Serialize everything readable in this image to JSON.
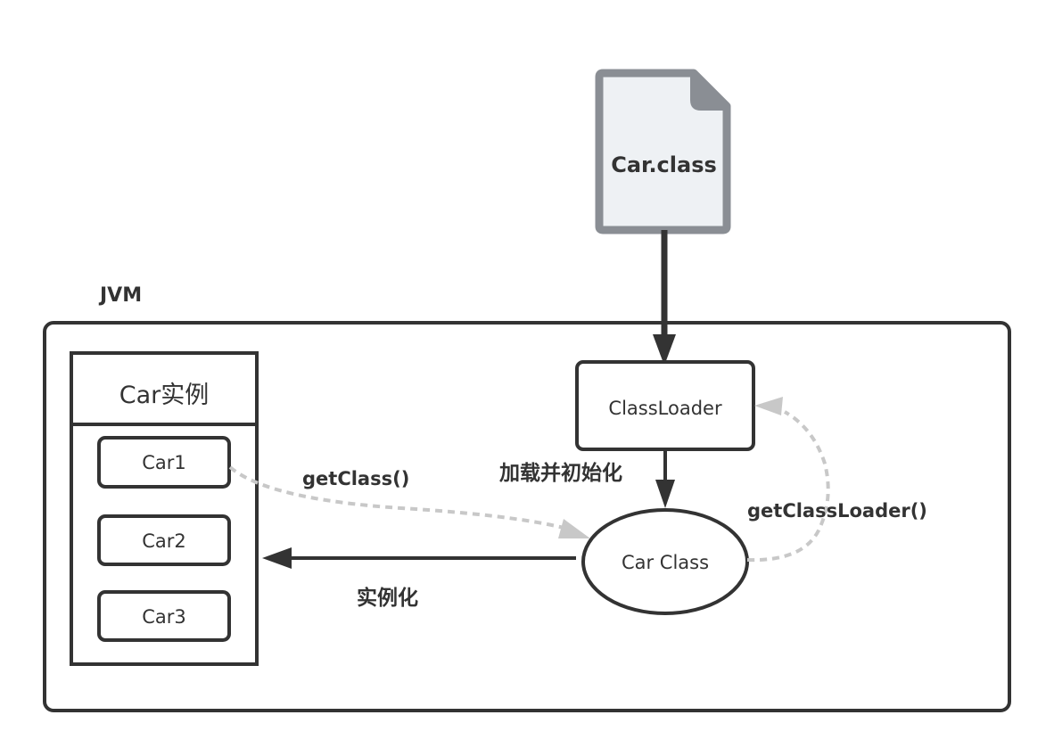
{
  "diagram": {
    "file_node": {
      "label": "Car.class",
      "icon": "document-file-icon"
    },
    "container": {
      "label": "JVM"
    },
    "instances_panel": {
      "title": "Car实例",
      "items": [
        {
          "label": "Car1"
        },
        {
          "label": "Car2"
        },
        {
          "label": "Car3"
        }
      ]
    },
    "classloader_node": {
      "label": "ClassLoader"
    },
    "class_node": {
      "label": "Car Class"
    },
    "edges": {
      "load_init": {
        "label": "加载并初始化"
      },
      "instantiate": {
        "label": "实例化"
      },
      "get_class": {
        "label": "getClass()"
      },
      "get_classloader": {
        "label": "getClassLoader()"
      }
    },
    "colors": {
      "stroke": "#333333",
      "dashed": "#c8c8c8",
      "file_fill": "#eef1f4",
      "file_border": "#8a8e94"
    }
  }
}
